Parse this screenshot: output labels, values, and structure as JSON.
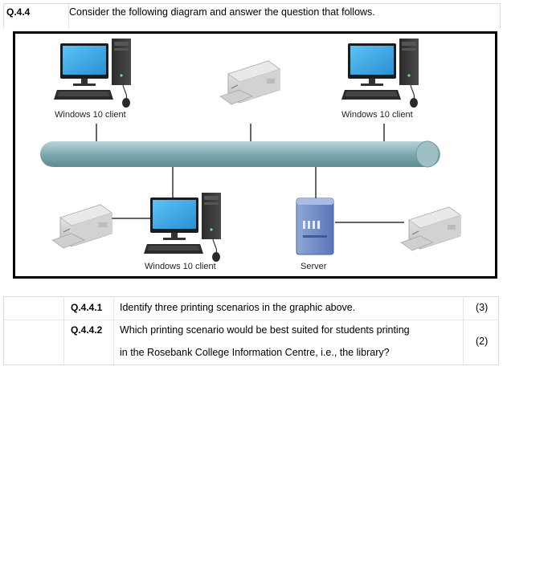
{
  "question": {
    "number": "Q.4.4",
    "instruction": "Consider the following diagram and answer the question that follows."
  },
  "diagram": {
    "labels": {
      "client_top_left": "Windows 10 client",
      "client_top_right": "Windows 10 client",
      "client_bottom": "Windows 10 client",
      "server": "Server"
    },
    "icons": [
      "desktop-computer-icon",
      "printer-icon",
      "server-icon",
      "network-bus-icon"
    ]
  },
  "subquestions": [
    {
      "number": "Q.4.4.1",
      "line1": "Identify three printing scenarios in the graphic above.",
      "line2": "",
      "marks": "(3)"
    },
    {
      "number": "Q.4.4.2",
      "line1": "Which printing scenario would be best suited for students printing",
      "line2": "in the Rosebank College Information Centre, i.e., the library?",
      "marks": "(2)"
    }
  ]
}
